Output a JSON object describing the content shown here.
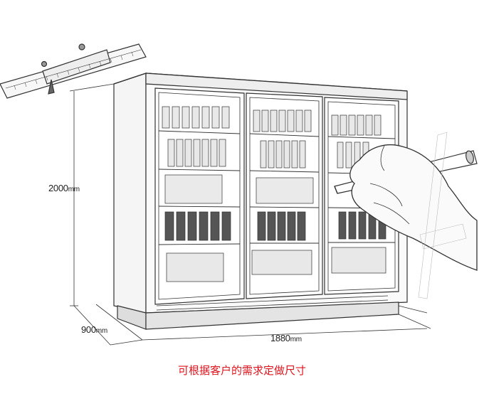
{
  "dimensions": {
    "height": {
      "value": "2000",
      "unit": "mm"
    },
    "depth": {
      "value": "900",
      "unit": "mm"
    },
    "width": {
      "value": "1880",
      "unit": "mm"
    }
  },
  "caption": "可根据客户的需求定做尺寸",
  "colors": {
    "caption": "#e0141e",
    "line": "#333333"
  }
}
